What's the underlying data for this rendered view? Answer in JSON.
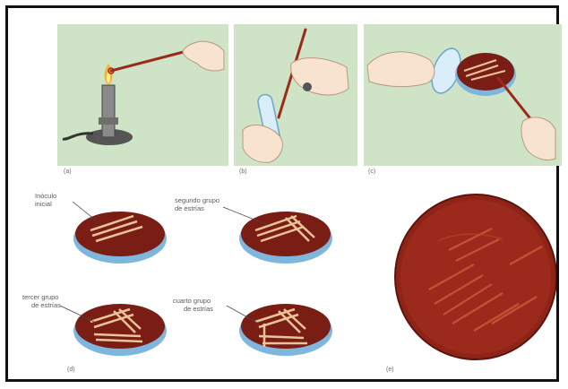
{
  "captions": {
    "a": "(a)",
    "b": "(b)",
    "c": "(c)",
    "d": "(d)",
    "e": "(e)"
  },
  "labels": {
    "inoculo_line1": "Inóculo",
    "inoculo_line2": "inicial",
    "segundo_line1": "segundo grupo",
    "segundo_line2": "de estrías",
    "tercer_line1": "tercer grupo",
    "tercer_line2": "de estrías",
    "cuarto_line1": "cuarto grupo",
    "cuarto_line2": "de estrías"
  },
  "colors": {
    "panel_green": "#cfe3c7",
    "agar": "#7a1d14",
    "dish_rim": "#7fb6dc",
    "streak": "#e9c49a",
    "colony_plate": "#9b2a1c"
  }
}
